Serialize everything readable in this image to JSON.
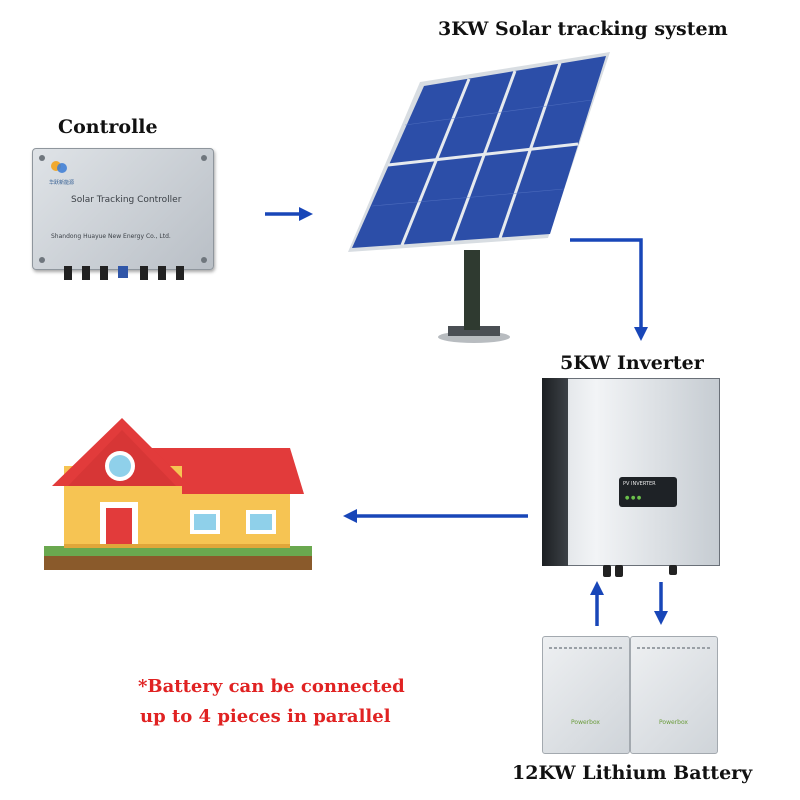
{
  "labels": {
    "tracking": "3KW Solar tracking system",
    "controller": "Controlle",
    "inverter": "5KW Inverter",
    "battery": "12KW Lithium Battery"
  },
  "note": {
    "line1": "*Battery can be connected",
    "line2": "up to 4 pieces in parallel"
  },
  "controller_device": {
    "title": "Solar Tracking Controller",
    "company": "Shandong Huayue New Energy Co., Ltd.",
    "brand": "华跃新能源"
  },
  "inverter_device": {
    "display_text": "PV INVERTER"
  },
  "battery_device": {
    "brand": "Powerbox"
  },
  "colors": {
    "arrow": "#1846b8",
    "note": "#e02222",
    "panel": "#2c4ea8"
  }
}
